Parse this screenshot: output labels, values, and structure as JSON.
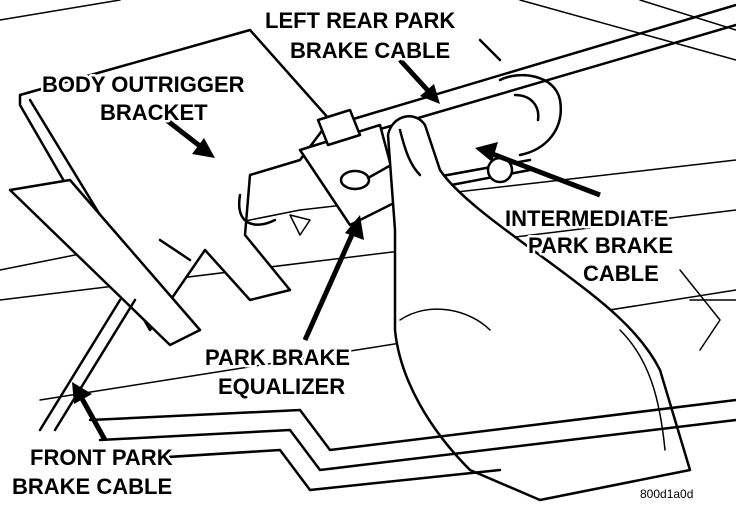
{
  "labels": {
    "left_rear_cable": [
      "LEFT REAR PARK",
      "BRAKE CABLE"
    ],
    "body_outrigger": [
      "BODY OUTRIGGER",
      "BRACKET"
    ],
    "intermediate_cable": [
      "INTERMEDIATE",
      "PARK BRAKE",
      "CABLE"
    ],
    "equalizer": [
      "PARK BRAKE",
      "EQUALIZER"
    ],
    "front_cable": [
      "FRONT PARK",
      "BRAKE CABLE"
    ]
  },
  "figure_code": "800d1a0d"
}
